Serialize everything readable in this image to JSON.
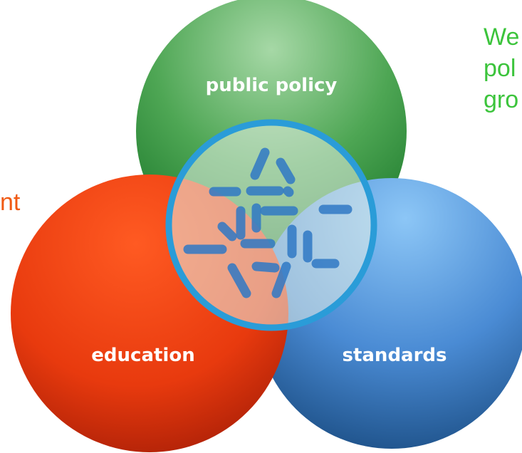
{
  "colors": {
    "policy": "#3f9a48",
    "education": "#ea3a10",
    "standards": "#3f82cf",
    "right_text": "#3cc43c",
    "left_text": "#f05a14",
    "logo_stroke": "#2a9cd8",
    "logo_mark": "#2f78c4"
  },
  "circles": {
    "policy": {
      "label": "public policy"
    },
    "education": {
      "label": "education"
    },
    "standards": {
      "label": "standards"
    }
  },
  "center_logo": {
    "icon": "hash-logo-icon"
  },
  "side_text_right": {
    "lines": [
      "We",
      "pol",
      "gro"
    ]
  },
  "side_text_left": {
    "lines": [
      "nt"
    ]
  }
}
